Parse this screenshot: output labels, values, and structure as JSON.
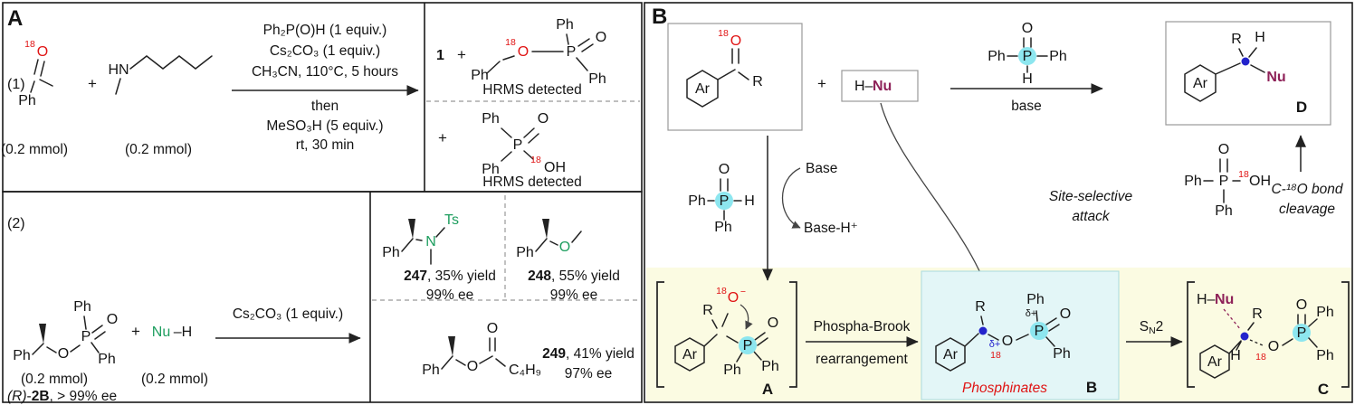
{
  "colors": {
    "red": "#e01414",
    "green": "#1e9e5f",
    "maroon": "#8e2158",
    "blue": "#2323cc",
    "cyan_hl": "#8de6ef",
    "cyan_bg": "#e3f6f7",
    "yellow_bg": "#fbfbe2"
  },
  "atoms": {
    "ph": "Ph",
    "o": "O",
    "p": "P",
    "h": "H",
    "n": "N",
    "r": "R",
    "ar": "Ar",
    "nu": "Nu",
    "hn": "HN",
    "oh": "OH",
    "ts": "Ts",
    "c4h9": "C₄H₉",
    "iso18": "18",
    "plus": "+",
    "minus": "−",
    "h_dash": "H–",
    "dash_h": "–H",
    "delta_plus": "δ+"
  },
  "panelA": {
    "label": "A",
    "rxn1": {
      "num": "(1)",
      "amount1": "(0.2 mmol)",
      "amount2": "(0.2 mmol)",
      "cond_above": [
        "Ph₂P(O)H (1 equiv.)",
        "Cs₂CO₃ (1 equiv.)",
        "CH₃CN, 110°C, 5 hours"
      ],
      "cond_below": [
        "then",
        "MeSO₃H (5 equiv.)",
        "rt, 30 min"
      ],
      "product_num": "1",
      "hrms": "HRMS detected"
    },
    "rxn2": {
      "num": "(2)",
      "amount1": "(0.2 mmol)",
      "amount2": "(0.2 mmol)",
      "cond": "Cs₂CO₃ (1 equiv.)",
      "tag": {
        "r": "(R)",
        "dash": "-",
        "id": "2B",
        "rest": ", > 99% ee"
      },
      "p247": {
        "id": "247",
        "yld": ", 35% yield",
        "ee": "99% ee"
      },
      "p248": {
        "id": "248",
        "yld": ", 55% yield",
        "ee": "99% ee"
      },
      "p249": {
        "id": "249",
        "yld": ", 41% yield",
        "ee": "97% ee"
      }
    }
  },
  "panelB": {
    "label": "B",
    "base_curve_top": "Base",
    "base_curve_bottom": "Base-H⁺",
    "base_word": "base",
    "site1": "Site-selective",
    "site2": "attack",
    "cleave1": "C-¹⁸O bond",
    "cleave2": "cleavage",
    "pb1": "Phospha-Brook",
    "pb2": "rearrangement",
    "sn2": {
      "s": "S",
      "n": "N",
      "two": "2"
    },
    "phosphinates": "Phosphinates",
    "lA": "A",
    "lB": "B",
    "lC": "C",
    "lD": "D"
  }
}
